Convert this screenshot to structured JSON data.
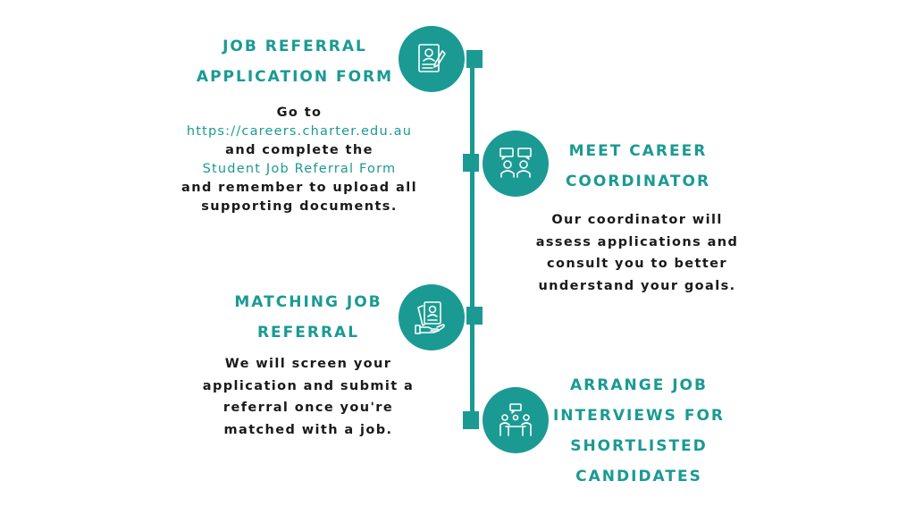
{
  "colors": {
    "accent": "#1a9a93",
    "text": "#1a1a1a",
    "background": "#ffffff"
  },
  "steps": [
    {
      "icon": "application-form-icon",
      "heading_line1": "JOB REFERRAL",
      "heading_line2": "APPLICATION FORM",
      "body_line1": "Go to",
      "link1": "https://careers.charter.edu.au",
      "body_line2": "and complete the",
      "link2": "Student Job Referral Form",
      "body_line3": "and remember to upload all",
      "body_line4": "supporting documents."
    },
    {
      "icon": "career-coordinator-icon",
      "heading_line1": "MEET CAREER",
      "heading_line2": "COORDINATOR",
      "body_line1": "Our coordinator will",
      "body_line2": "assess applications and",
      "body_line3": "consult you to better",
      "body_line4": "understand your goals."
    },
    {
      "icon": "job-referral-hand-icon",
      "heading_line1": "MATCHING JOB",
      "heading_line2": "REFERRAL",
      "body_line1": "We will screen your",
      "body_line2": "application and submit a",
      "body_line3": "referral once you're",
      "body_line4": "matched with a job."
    },
    {
      "icon": "interview-meeting-icon",
      "heading_line1": "ARRANGE JOB",
      "heading_line2": "INTERVIEWS FOR",
      "heading_line3": "SHORTLISTED",
      "heading_line4": "CANDIDATES"
    }
  ]
}
